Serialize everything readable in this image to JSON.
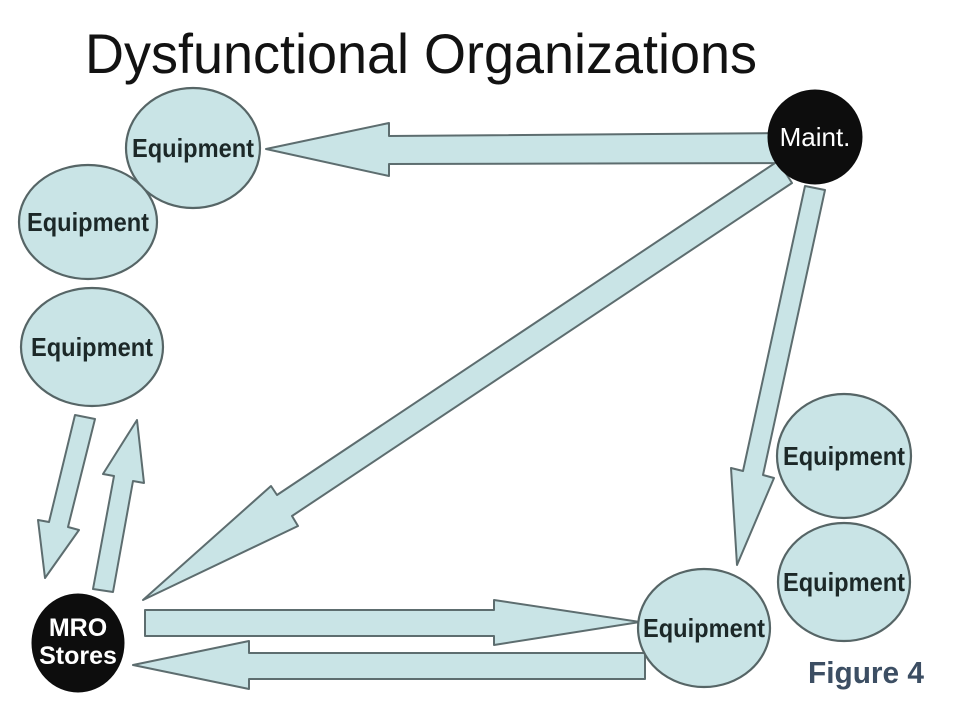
{
  "title": "Dysfunctional Organizations",
  "figure_label": "Figure 4",
  "colors": {
    "node_fill": "#c9e4e6",
    "node_stroke": "#566566",
    "node_text": "#1c2828",
    "hub_fill": "#0d0d0d",
    "hub_text": "#ffffff",
    "arrow_fill": "#c9e4e6",
    "arrow_stroke": "#5d6d6f",
    "title_color": "#121212",
    "figure_color": "#3c4e63"
  },
  "nodes": [
    {
      "id": "equipment-top",
      "label": "Equipment"
    },
    {
      "id": "equipment-left-upper",
      "label": "Equipment"
    },
    {
      "id": "equipment-left-lower",
      "label": "Equipment"
    },
    {
      "id": "mro-stores",
      "label": "MRO Stores",
      "line1": "MRO",
      "line2": "Stores"
    },
    {
      "id": "maint",
      "label": "Maint."
    },
    {
      "id": "equipment-bottom",
      "label": "Equipment"
    },
    {
      "id": "equipment-right-upper",
      "label": "Equipment"
    },
    {
      "id": "equipment-right-lower",
      "label": "Equipment"
    }
  ],
  "arrows": [
    {
      "id": "maint-to-equipment-top",
      "from": "maint",
      "to": "equipment-top"
    },
    {
      "id": "maint-to-mro-stores",
      "from": "maint",
      "to": "mro-stores"
    },
    {
      "id": "maint-to-equipment-bottom",
      "from": "maint",
      "to": "equipment-bottom"
    },
    {
      "id": "equipment-left-lower-to-mro",
      "from": "equipment-left-lower",
      "to": "mro-stores"
    },
    {
      "id": "mro-to-equipment-left-lower",
      "from": "mro-stores",
      "to": "equipment-left-lower"
    },
    {
      "id": "mro-to-equipment-bottom",
      "from": "mro-stores",
      "to": "equipment-bottom"
    },
    {
      "id": "equipment-bottom-to-mro",
      "from": "equipment-bottom",
      "to": "mro-stores"
    }
  ]
}
